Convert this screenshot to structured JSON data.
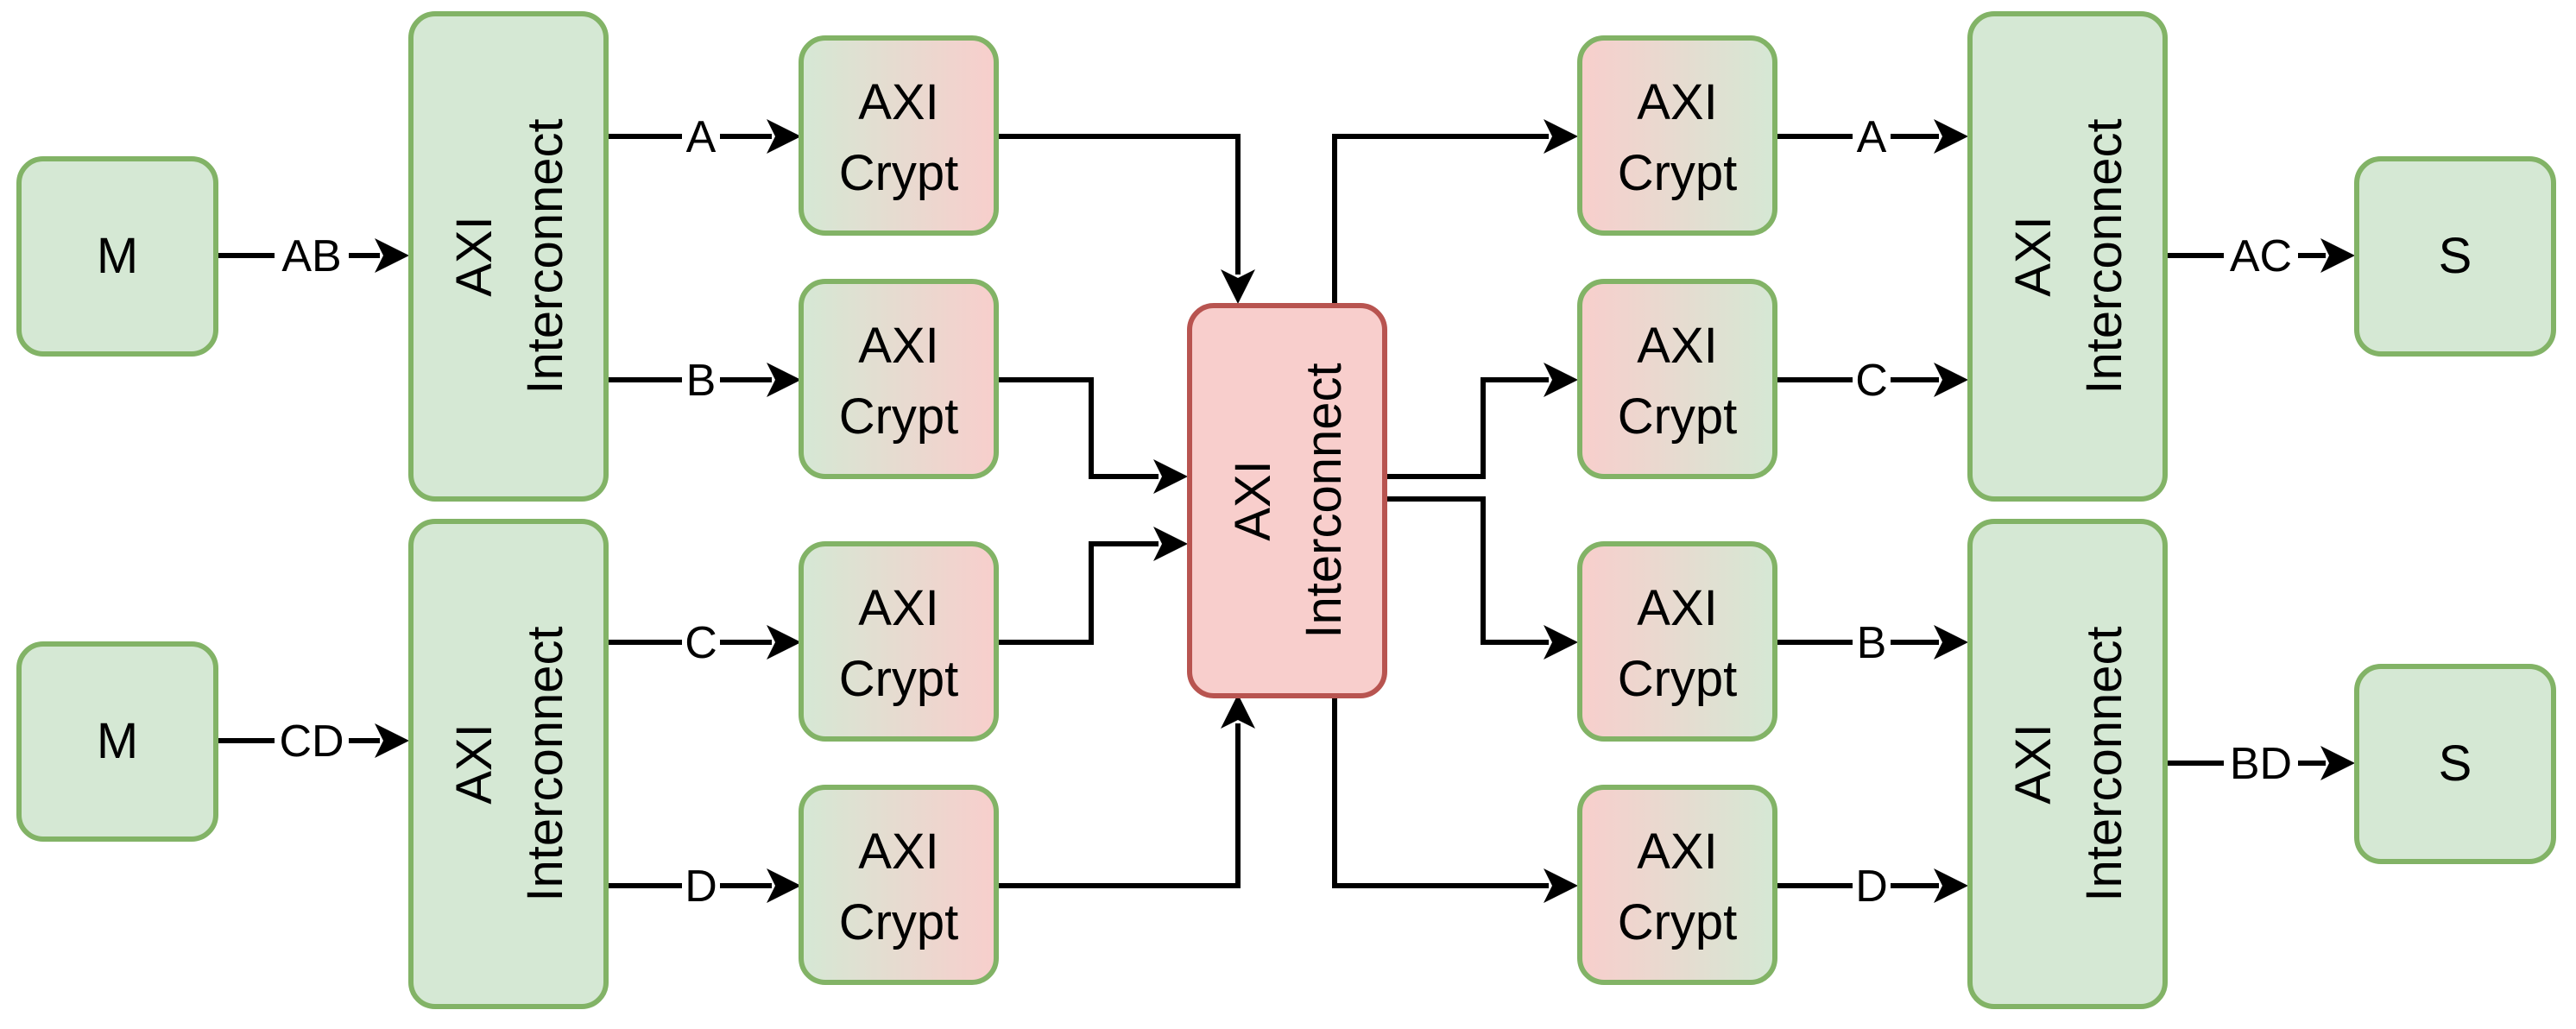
{
  "colors": {
    "node_green_fill": "#d5e8d4",
    "node_green_stroke": "#82b366",
    "node_red_fill": "#f8cecc",
    "node_red_stroke": "#b85450",
    "edge": "#000000",
    "text": "#000000"
  },
  "nodes": {
    "master_1": {
      "label": "M"
    },
    "master_2": {
      "label": "M"
    },
    "interconnect_left_1": {
      "lines": [
        "AXI",
        "Interconnect"
      ]
    },
    "interconnect_left_2": {
      "lines": [
        "AXI",
        "Interconnect"
      ]
    },
    "crypt_left_a": {
      "lines": [
        "AXI",
        "Crypt"
      ]
    },
    "crypt_left_b": {
      "lines": [
        "AXI",
        "Crypt"
      ]
    },
    "crypt_left_c": {
      "lines": [
        "AXI",
        "Crypt"
      ]
    },
    "crypt_left_d": {
      "lines": [
        "AXI",
        "Crypt"
      ]
    },
    "interconnect_center": {
      "lines": [
        "AXI",
        "Interconnect"
      ]
    },
    "crypt_right_a": {
      "lines": [
        "AXI",
        "Crypt"
      ]
    },
    "crypt_right_c": {
      "lines": [
        "AXI",
        "Crypt"
      ]
    },
    "crypt_right_b": {
      "lines": [
        "AXI",
        "Crypt"
      ]
    },
    "crypt_right_d": {
      "lines": [
        "AXI",
        "Crypt"
      ]
    },
    "interconnect_right_1": {
      "lines": [
        "AXI",
        "Interconnect"
      ]
    },
    "interconnect_right_2": {
      "lines": [
        "AXI",
        "Interconnect"
      ]
    },
    "slave_1": {
      "label": "S"
    },
    "slave_2": {
      "label": "S"
    }
  },
  "edges": {
    "m1_to_ic1": "AB",
    "m2_to_ic2": "CD",
    "ic1_to_crypt_a": "A",
    "ic1_to_crypt_b": "B",
    "ic2_to_crypt_c": "C",
    "ic2_to_crypt_d": "D",
    "crypt_right_a_to_icr1": "A",
    "crypt_right_c_to_icr1": "C",
    "crypt_right_b_to_icr2": "B",
    "crypt_right_d_to_icr2": "D",
    "icr1_to_s1": "AC",
    "icr2_to_s2": "BD"
  }
}
